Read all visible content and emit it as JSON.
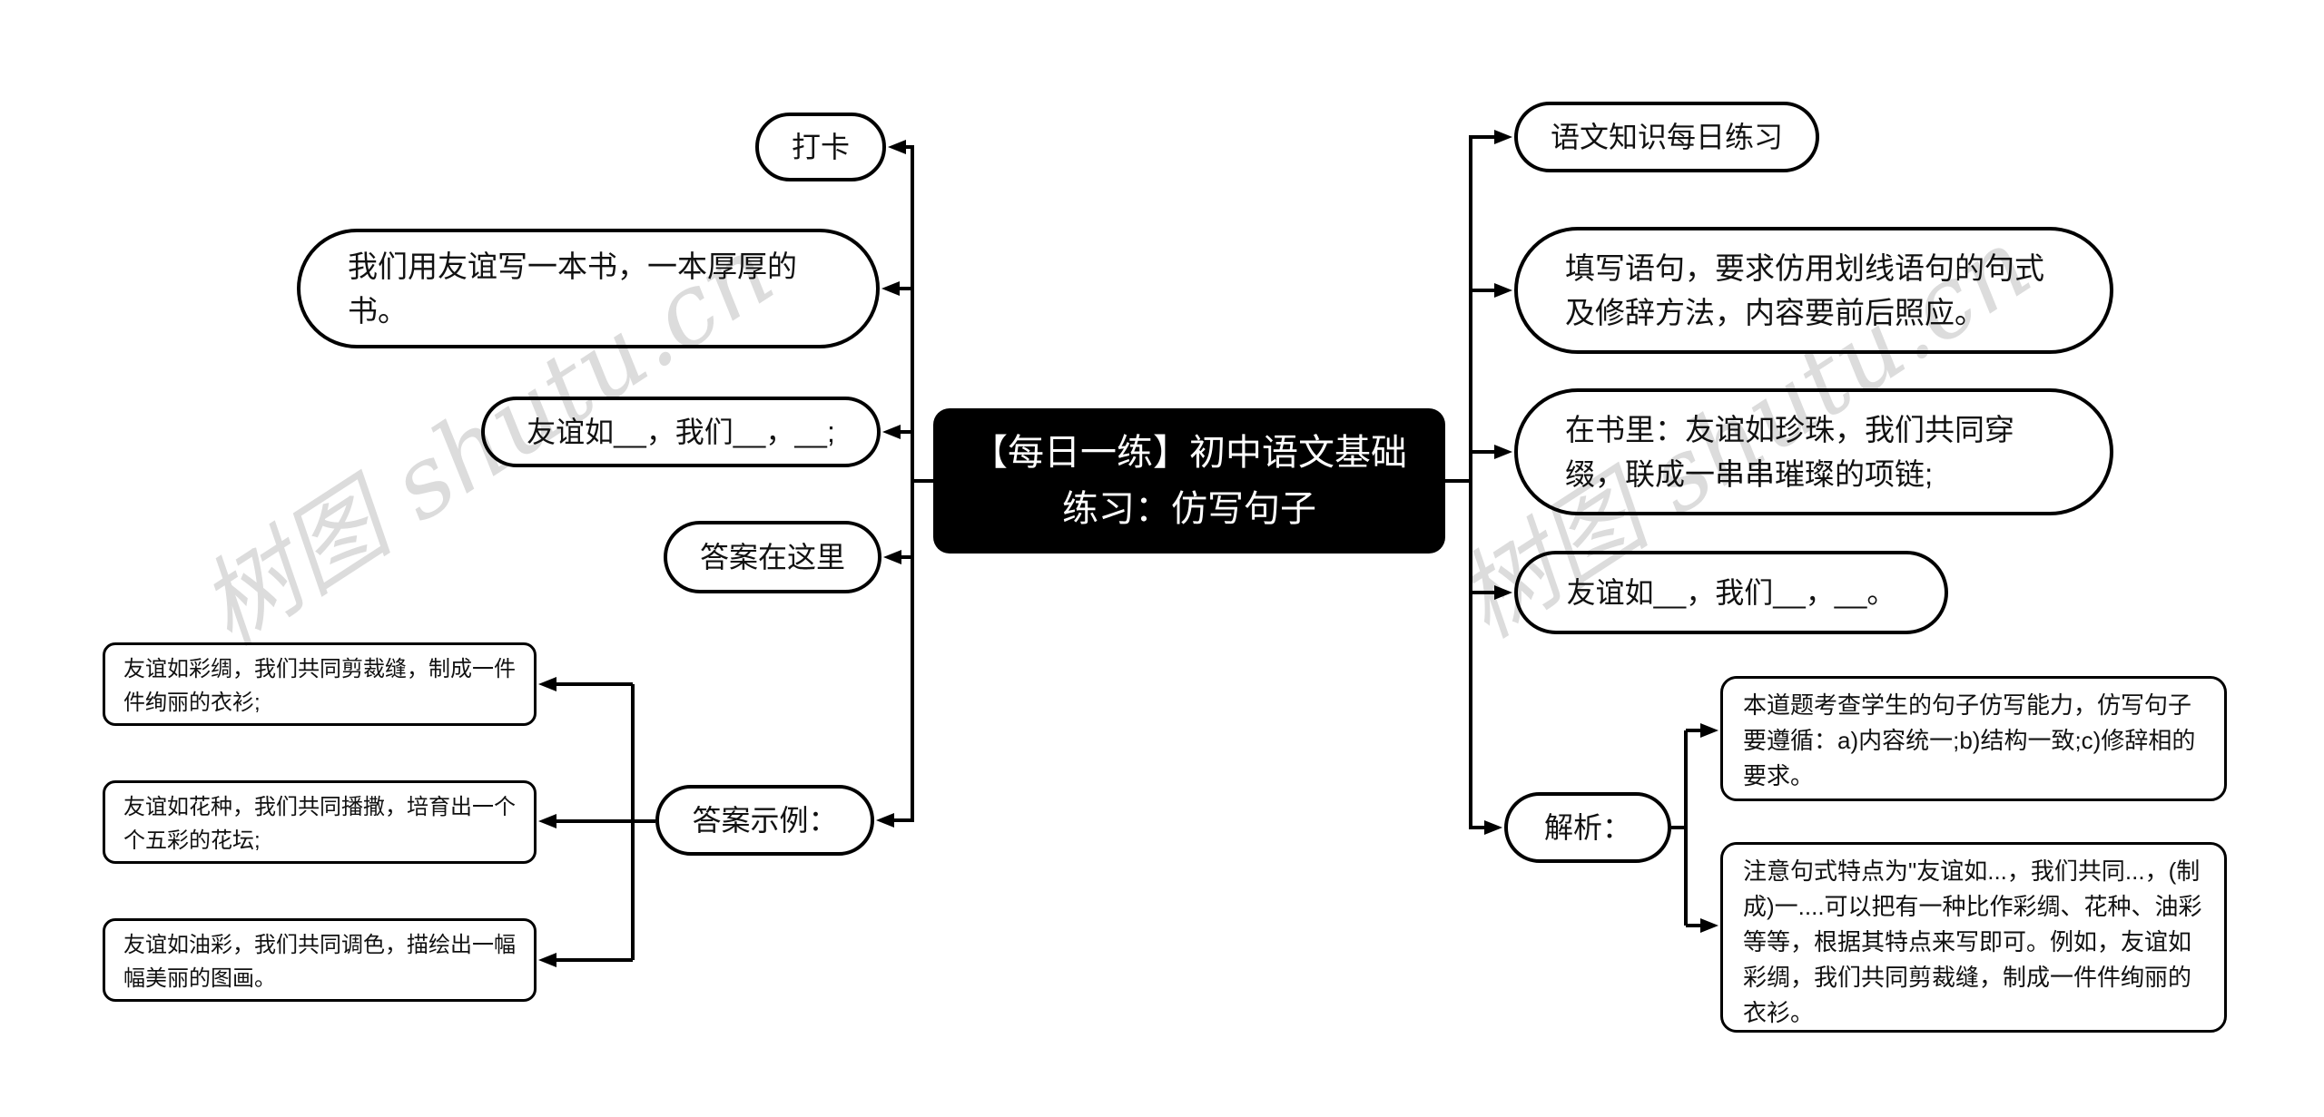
{
  "watermark": {
    "text": "树图 shutu.cn",
    "color": "#dcdcdc"
  },
  "central": {
    "title": "【每日一练】初中语文基础练习：仿写句子",
    "bg": "#000000",
    "text_color": "#ffffff"
  },
  "left": {
    "nodes": [
      {
        "label": "打卡"
      },
      {
        "label": "我们用友谊写一本书，一本厚厚的书。"
      },
      {
        "label": "友谊如__，我们__，__;"
      },
      {
        "label": "答案在这里"
      },
      {
        "label": "答案示例："
      }
    ],
    "examples": [
      "友谊如彩绸，我们共同剪裁缝，制成一件件绚丽的衣衫;",
      "友谊如花种，我们共同播撒，培育出一个个五彩的花坛;",
      "友谊如油彩，我们共同调色，描绘出一幅幅美丽的图画。"
    ]
  },
  "right": {
    "nodes": [
      {
        "label": "语文知识每日练习"
      },
      {
        "label": "填写语句，要求仿用划线语句的句式及修辞方法，内容要前后照应。"
      },
      {
        "label": "在书里：友谊如珍珠，我们共同穿缀，联成一串串璀璨的项链;"
      },
      {
        "label": "友谊如__，我们__，__。"
      },
      {
        "label": "解析："
      }
    ],
    "analysis": [
      "本道题考查学生的句子仿写能力，仿写句子要遵循：a)内容统一;b)结构一致;c)修辞相的要求。",
      "注意句式特点为\"友谊如...，我们共同...，(制成)一....可以把有一种比作彩绸、花种、油彩等等，根据其特点来写即可。例如，友谊如彩绸，我们共同剪裁缝，制成一件件绚丽的衣衫。"
    ]
  },
  "line_color": "#000000"
}
